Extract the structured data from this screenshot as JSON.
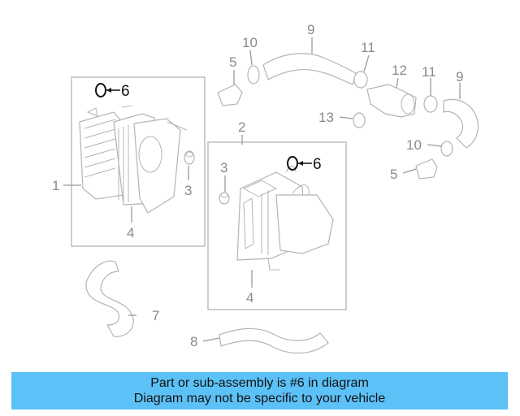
{
  "callouts": {
    "n1": "1",
    "n2": "2",
    "n3a": "3",
    "n3b": "3",
    "n4a": "4",
    "n4b": "4",
    "n5a": "5",
    "n5b": "5",
    "n6a": "6",
    "n6b": "6",
    "n7": "7",
    "n8": "8",
    "n9a": "9",
    "n9b": "9",
    "n10a": "10",
    "n10b": "10",
    "n11a": "11",
    "n11b": "11",
    "n12": "12",
    "n13": "13"
  },
  "banner": {
    "line1": "Part or sub-assembly is #6 in diagram",
    "line2": "Diagram may not be specific to your vehicle"
  },
  "colors": {
    "banner_bg": "#5cc1f7",
    "callout_gray": "#8a8a8a",
    "highlight": "#111111"
  }
}
